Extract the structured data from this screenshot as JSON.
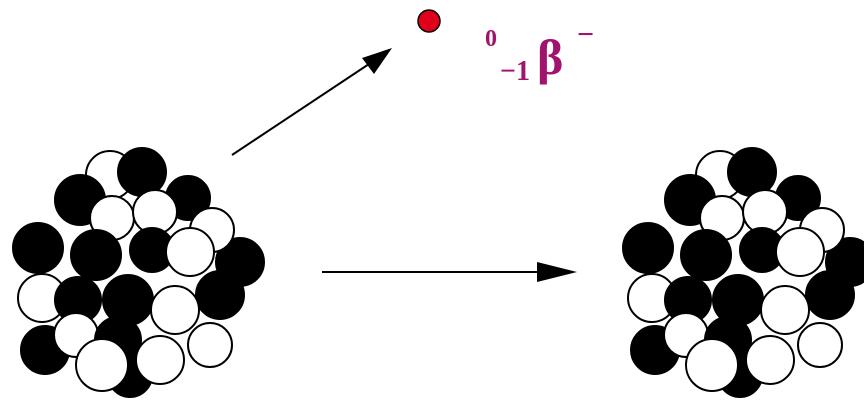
{
  "notation": {
    "mass_number": "0",
    "atomic_number": "−1",
    "symbol": "β",
    "charge": "−"
  },
  "colors": {
    "electron": "#e0001c",
    "notation": "#a0146e",
    "nucleon_dark": "#000000",
    "nucleon_light": "#ffffff",
    "arrow": "#000000"
  }
}
